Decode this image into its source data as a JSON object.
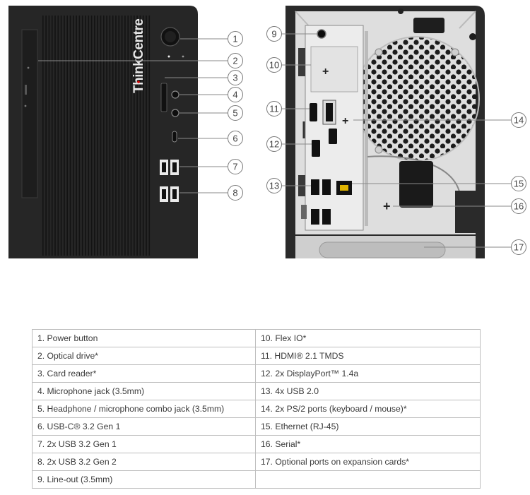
{
  "figure": {
    "brand": "ThinkCentre",
    "callouts": [
      "1",
      "2",
      "3",
      "4",
      "5",
      "6",
      "7",
      "8",
      "9",
      "10",
      "11",
      "12",
      "13",
      "14",
      "15",
      "16",
      "17"
    ]
  },
  "specs": {
    "rows": [
      [
        "1.  Power button",
        "10. Flex IO*"
      ],
      [
        "2.  Optical drive*",
        "11.  HDMI® 2.1 TMDS"
      ],
      [
        "3.  Card reader*",
        "12.  2x DisplayPort™ 1.4a"
      ],
      [
        "4.  Microphone jack (3.5mm)",
        "13.  4x USB 2.0"
      ],
      [
        "5.  Headphone / microphone combo jack (3.5mm)",
        "14. 2x PS/2 ports (keyboard / mouse)*"
      ],
      [
        "6.  USB-C® 3.2 Gen 1",
        "15.  Ethernet (RJ-45)"
      ],
      [
        "7.  2x USB 3.2 Gen 1",
        "16.  Serial*"
      ],
      [
        "8.  2x USB 3.2 Gen 2",
        "17.  Optional ports on expansion cards*"
      ],
      [
        "9.  Line-out (3.5mm)",
        ""
      ]
    ]
  }
}
